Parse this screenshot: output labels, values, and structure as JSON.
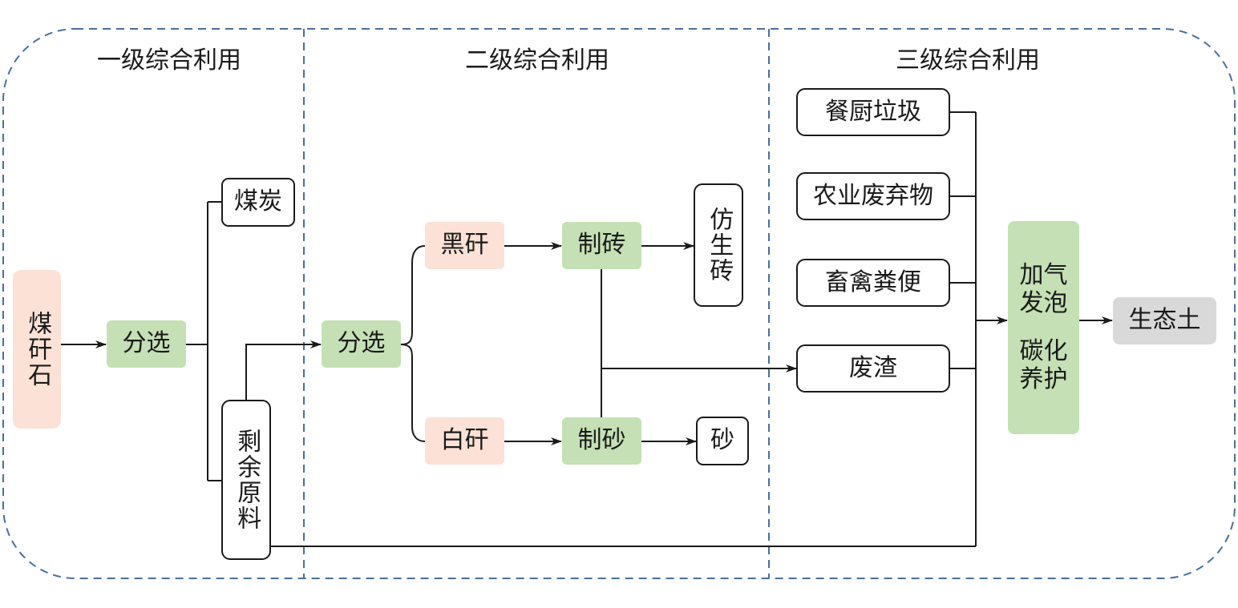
{
  "colors": {
    "border": "#47709e",
    "peach": "#fbe1d6",
    "green": "#c5e0b4",
    "gray": "#d9d9d9",
    "line": "#1a1a1a"
  },
  "headers": {
    "level1": "一级综合利用",
    "level2": "二级综合利用",
    "level3": "三级综合利用"
  },
  "nodes": {
    "gangue": "煤矸石",
    "sort1": "分选",
    "coal": "煤炭",
    "remaining": "剩余原料",
    "sort2": "分选",
    "black_gangue": "黑矸",
    "white_gangue": "白矸",
    "make_brick": "制砖",
    "make_sand": "制砂",
    "imitation_brick": "仿生砖",
    "sand": "砂",
    "kitchen_waste": "餐厨垃圾",
    "agri_waste": "农业废弃物",
    "manure": "畜禽粪便",
    "waste_residue": "废渣",
    "aeration_line1": "加气",
    "aeration_line2": "发泡",
    "carbon_line1": "碳化",
    "carbon_line2": "养护",
    "eco_soil": "生态土"
  }
}
